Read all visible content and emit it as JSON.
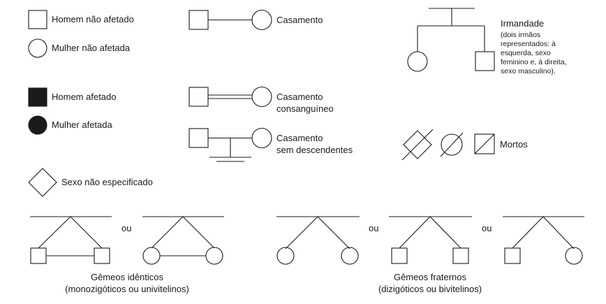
{
  "legend": {
    "unaffected_male": "Homem não afetado",
    "unaffected_female": "Mulher não afetada",
    "affected_male": "Homem afetado",
    "affected_female": "Mulher afetada",
    "unspecified_sex": "Sexo não especificado",
    "marriage": "Casamento",
    "consanguineous_line1": "Casamento",
    "consanguineous_line2": "consanguíneo",
    "childless_line1": "Casamento",
    "childless_line2": "sem descendentes",
    "siblings_title": "Irmandade",
    "siblings_note": [
      "(dois irmãos",
      "representados: à",
      "esquerda, sexo",
      "feminino e, à direita,",
      "sexo masculino)."
    ],
    "deceased": "Mortos",
    "or": "ou",
    "identical_twins_line1": "Gêmeos idênticos",
    "identical_twins_line2": "(monozigóticos ou univitelinos)",
    "fraternal_twins_line1": "Gêmeos fraternos",
    "fraternal_twins_line2": "(dizigóticos ou bivitelinos)"
  },
  "colors": {
    "stroke": "#1a1a1a",
    "affected_fill": "#1a1a1a",
    "background": "#ffffff"
  }
}
